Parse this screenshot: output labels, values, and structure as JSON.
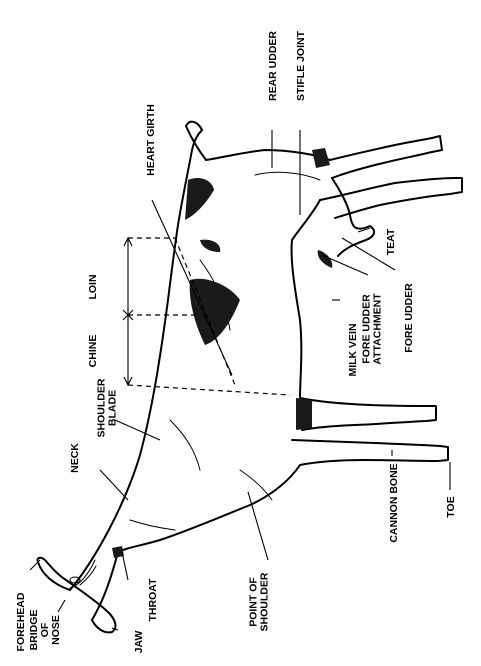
{
  "labels": {
    "rear_udder": "REAR UDDER",
    "stifle_joint": "STIFLE JOINT",
    "heart_girth": "HEART GIRTH",
    "teat": "TEAT",
    "loin": "LOIN",
    "fore_udder": "FORE UDDER",
    "fore_udder_attachment": "FORE UDDER\nATTACHMENT",
    "milk_vein": "MILK VEIN",
    "chine": "CHINE",
    "shoulder_blade": "SHOULDER\nBLADE",
    "neck": "NECK",
    "cannon_bone": "CANNON BONE",
    "toe": "TOE",
    "point_of_shoulder": "POINT OF\nSHOULDER",
    "throat": "THROAT",
    "jaw": "JAW",
    "bridge_of_nose": "BRIDGE\nOF\nNOSE",
    "forehead": "FOREHEAD"
  }
}
